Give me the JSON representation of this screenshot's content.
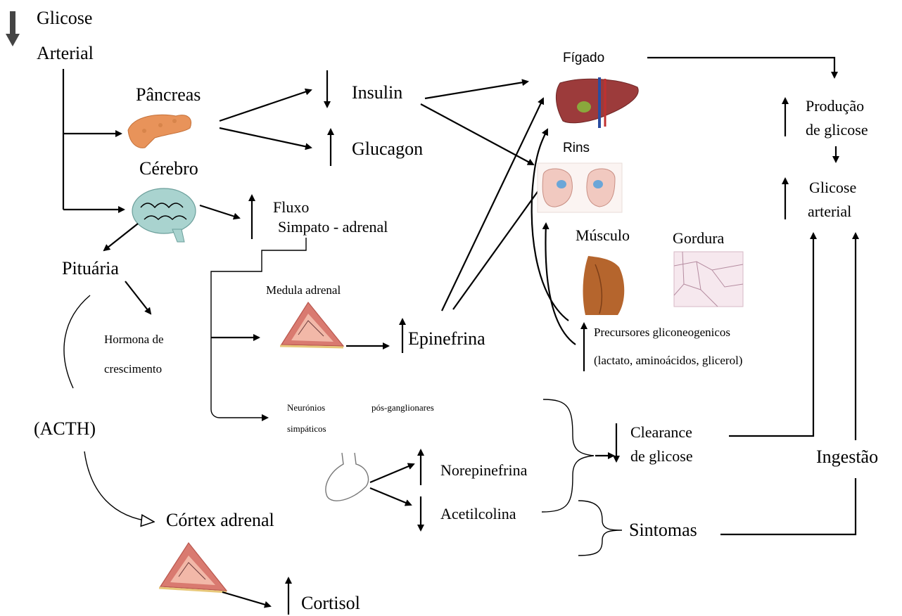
{
  "labels": {
    "glicose_top": "Glicose",
    "arterial_top": "Arterial",
    "pancreas": "Pâncreas",
    "cerebro": "Cérebro",
    "insulin": "Insulin",
    "glucagon": "Glucagon",
    "fluxo": "Fluxo",
    "simpato_adrenal": "Simpato - adrenal",
    "pituaria": "Pituária",
    "medula_adrenal": "Medula adrenal",
    "hormona_de": "Hormona  de",
    "crescimento": "crescimento",
    "epinefrina": "Epinefrina",
    "acth": "(ACTH)",
    "neuronios": "Neurónios",
    "pos_ganglionares": "pós-ganglionares",
    "simpaticos": "simpáticos",
    "norepinefrina": "Norepinefrina",
    "acetilcolina": "Acetilcolina",
    "cortex_adrenal": "Córtex adrenal",
    "cortisol": "Cortisol",
    "figado": "Fígado",
    "rins": "Rins",
    "musculo": "Músculo",
    "gordura": "Gordura",
    "precursores_1": "Precursores gliconeogenicos",
    "precursores_2": "(lactato, aminoácidos, glicerol)",
    "clearance_1": "Clearance",
    "clearance_2": "de glicose",
    "sintomas": "Sintomas",
    "producao_1": "Produção",
    "producao_2": "de glicose",
    "glicose_arterial_1": "Glicose",
    "glicose_arterial_2": "arterial",
    "ingestao": "Ingestão"
  },
  "icons": {
    "pancreas": "pancreas-icon",
    "brain": "brain-icon",
    "liver": "liver-icon",
    "kidneys": "kidney-icon",
    "muscle": "muscle-icon",
    "fat": "fat-tissue-icon",
    "adrenal_medulla": "adrenal-gland-icon",
    "adrenal_cortex": "adrenal-gland-icon",
    "stomach": "stomach-icon",
    "down_arrow": "down-arrow-icon"
  },
  "colors": {
    "line": "#000000",
    "pancreas": "#e8935a",
    "brain": "#a9d3cf",
    "liver": "#9c3b3b",
    "kidney": "#f1c9c0",
    "muscle": "#b5652d",
    "fat": "#f6e8ee",
    "adrenal": "#d97a70"
  }
}
